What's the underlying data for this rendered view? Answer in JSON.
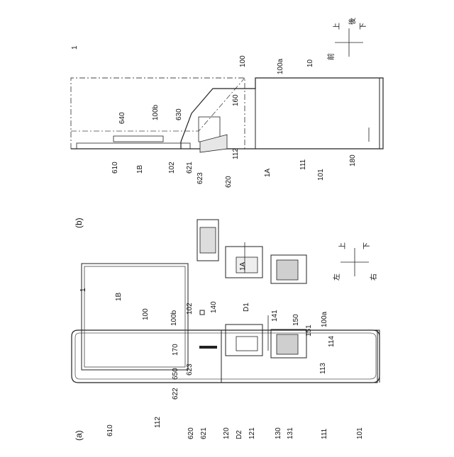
{
  "figure": {
    "panel_a": "(a)",
    "panel_b": "(b)"
  },
  "panel_a_labels": {
    "ref_1": "1",
    "ref_1B": "1B",
    "ref_100": "100",
    "ref_100b": "100b",
    "ref_102": "102",
    "ref_140": "140",
    "ref_D1": "D1",
    "ref_141": "141",
    "ref_150": "150",
    "ref_151": "151",
    "ref_100a": "100a",
    "ref_1A": "1A",
    "ref_170": "170",
    "ref_650": "650",
    "ref_622": "622",
    "ref_623": "623",
    "ref_114": "114",
    "ref_113": "113",
    "ref_610": "610",
    "ref_112": "112",
    "ref_620": "620",
    "ref_621": "621",
    "ref_120": "120",
    "ref_121": "121",
    "ref_D2": "D2",
    "ref_130": "130",
    "ref_131": "131",
    "ref_111": "111",
    "ref_101": "101"
  },
  "panel_a_compass": {
    "up": "上",
    "down": "下",
    "left": "左",
    "right": "右"
  },
  "panel_b_labels": {
    "ref_1": "1",
    "ref_100": "100",
    "ref_100a": "100a",
    "ref_10": "10",
    "ref_640": "640",
    "ref_100b": "100b",
    "ref_630": "630",
    "ref_160": "160",
    "ref_610": "610",
    "ref_1B": "1B",
    "ref_102": "102",
    "ref_621": "621",
    "ref_623": "623",
    "ref_620": "620",
    "ref_112": "112",
    "ref_1A": "1A",
    "ref_111": "111",
    "ref_101": "101",
    "ref_180": "180"
  },
  "panel_b_compass": {
    "up": "上",
    "down": "下",
    "front": "前",
    "back": "後"
  }
}
